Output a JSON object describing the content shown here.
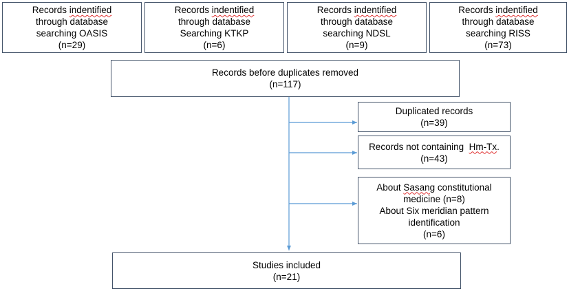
{
  "sources": [
    {
      "line1_pre": "Records ",
      "line1_sq": "indentified",
      "line2": "through database",
      "line3": "searching OASIS",
      "count": "(n=29)"
    },
    {
      "line1_pre": "Records ",
      "line1_sq": "indentified",
      "line2": "through database",
      "line3": "Searching KTKP",
      "count": "(n=6)"
    },
    {
      "line1_pre": "Records ",
      "line1_sq": "indentified",
      "line2": "through database",
      "line3": "searching NDSL",
      "count": "(n=9)"
    },
    {
      "line1_pre": "Records ",
      "line1_sq": "indentified",
      "line2": "through database",
      "line3": "searching RISS",
      "count": "(n=73)"
    }
  ],
  "before_dup": {
    "label": "Records before duplicates removed",
    "count": "(n=117)"
  },
  "excluded": {
    "duplicated": {
      "label": "Duplicated records",
      "count": "(n=39)"
    },
    "no_hmtx": {
      "label_pre": "Records not containing  ",
      "label_sq": "Hm-Tx",
      "label_post": ".",
      "count": "(n=43)"
    },
    "other": {
      "line1_pre": "About ",
      "line1_sq": "Sasang",
      "line1_post": " constitutional",
      "line2": "medicine (n=8)",
      "line3": "About Six meridian pattern",
      "line4": "identification",
      "line5": "(n=6)"
    }
  },
  "included": {
    "label": "Studies included",
    "count": "(n=21)"
  },
  "colors": {
    "box_border": "#44546A",
    "arrow": "#5B9BD5",
    "spell_underline": "#E03030"
  }
}
